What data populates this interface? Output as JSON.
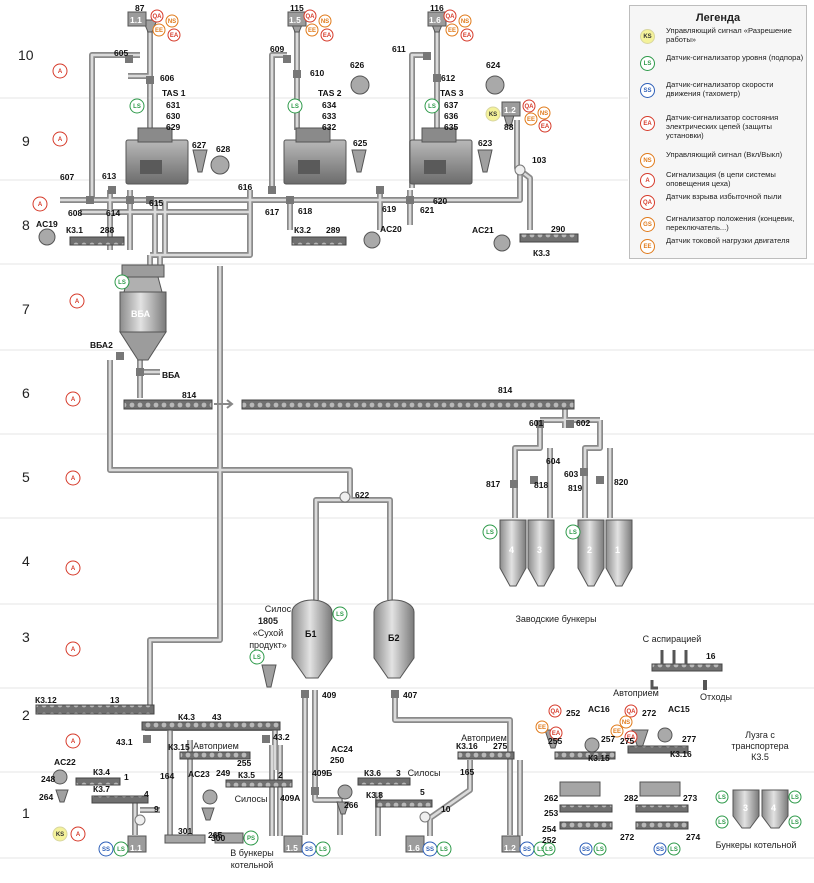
{
  "colors": {
    "pipe": "#8a8a8a",
    "pipe_light": "#d4d4d4",
    "equipment": "#9a9a9a",
    "ring_red": "#d63a2a",
    "ring_green": "#2e9a4a",
    "ring_blue": "#2d5fb8",
    "ring_orange": "#e07a1a",
    "ks_fill": "#f4f29a"
  },
  "levels": [
    "10",
    "9",
    "8",
    "7",
    "6",
    "5",
    "4",
    "3",
    "2",
    "1"
  ],
  "legend": {
    "title": "Легенда",
    "items": [
      {
        "code": "KS",
        "icon": "ks-signal-icon",
        "text": "Управляющий сигнал «Разрешение работы»"
      },
      {
        "code": "LS",
        "icon": "level-sensor-icon",
        "text": "Датчик-сигнализатор уровня (подпора)"
      },
      {
        "code": "SS",
        "icon": "speed-sensor-icon",
        "text": "Датчик-сигнализатор скорости движения (тахометр)"
      },
      {
        "code": "EA",
        "icon": "electric-fault-icon",
        "text": "Датчик-сигнализатор состояния электрических цепей (защиты установки)"
      },
      {
        "code": "NS",
        "icon": "on-off-signal-icon",
        "text": "Управляющий сигнал (Вкл/Выкл)"
      },
      {
        "code": "A",
        "icon": "alarm-icon",
        "text": "Сигнализация (в цепи системы оповещения цеха)"
      },
      {
        "code": "QA",
        "icon": "dust-explosion-icon",
        "text": "Датчик взрыва избыточной пыли"
      },
      {
        "code": "GS",
        "icon": "position-sensor-icon",
        "text": "Сигнализатор положения (концевик, переключатель...)"
      },
      {
        "code": "EE",
        "icon": "current-load-icon",
        "text": "Датчик токовой нагрузки двигателя"
      }
    ]
  },
  "text": {
    "tas1": "TAS 1",
    "tas2": "TAS 2",
    "tas3": "TAS 3",
    "n87": "87",
    "n1_1": "1.1",
    "n115": "115",
    "n1_5": "1.5",
    "n116": "116",
    "n1_6": "1.6",
    "n605": "605",
    "n606": "606",
    "n609": "609",
    "n610": "610",
    "n611": "611",
    "n612": "612",
    "n626": "626",
    "n624": "624",
    "tas1_codes": [
      "631",
      "630",
      "629"
    ],
    "tas2_codes": [
      "634",
      "633",
      "632"
    ],
    "tas3_codes": [
      "637",
      "636",
      "635"
    ],
    "n627": "627",
    "n628": "628",
    "n625": "625",
    "n623": "623",
    "n1_2": "1.2",
    "n88": "88",
    "n103": "103",
    "n607": "607",
    "n613": "613",
    "n608": "608",
    "n614": "614",
    "n615": "615",
    "n616": "616",
    "n617": "617",
    "n618": "618",
    "n619": "619",
    "n620": "620",
    "n621": "621",
    "ac19": "AC19",
    "k3_1": "К3.1",
    "n288": "288",
    "k3_2": "К3.2",
    "n289": "289",
    "ac20": "AC20",
    "ac21": "AC21",
    "k3_3": "К3.3",
    "n290": "290",
    "vba": "ВБА",
    "vba2": "ВБА2",
    "vba_gate": "ВБА",
    "n814a": "814",
    "n814b": "814",
    "n601": "601",
    "n602": "602",
    "n604": "604",
    "n603": "603",
    "n817": "817",
    "n818": "818",
    "n819": "819",
    "n820": "820",
    "n622": "622",
    "b4": "4",
    "b3": "3",
    "b2": "2",
    "b1": "1",
    "plant_bunkers": "Заводские бункеры",
    "silo_dry_1": "Силос",
    "silo_dry_2": "1805",
    "silo_dry_3": "«Сухой",
    "silo_dry_4": "продукт»",
    "b1_label": "Б1",
    "b2_label": "Б2",
    "n409": "409",
    "n407": "407",
    "aspiration": "С аспирацией",
    "n16": "16",
    "waste": "Отходы",
    "k3_12": "К3.12",
    "n13": "13",
    "k4_3": "К4.3",
    "n43": "43",
    "n43_1": "43.1",
    "n43_2": "43.2",
    "ac22": "AC22",
    "n248": "248",
    "n264": "264",
    "k3_4": "К3.4",
    "n1": "1",
    "k3_7": "К3.7",
    "n4": "4",
    "k3_15a": "К3.15",
    "autoreceive_a": "Автоприем",
    "ac23": "AC23",
    "n249": "249",
    "n255a": "255",
    "k3_5": "К3.5",
    "n2": "2",
    "n164": "164",
    "n9": "9",
    "n265": "265",
    "silos_a": "Силосы",
    "n409a": "409А",
    "n409b": "409Б",
    "ac24": "AC24",
    "n250": "250",
    "n266": "266",
    "k3_6": "К3.6",
    "n3": "3",
    "silos_b": "Силосы",
    "k3_8": "К3.8",
    "n5": "5",
    "autoreceive_b": "Автоприем",
    "k3_16a": "К3.16",
    "n275a": "275",
    "n165": "165",
    "n10": "10",
    "n301": "301",
    "n300": "300",
    "to_boiler_1": "В бункеры",
    "to_boiler_2": "котельной",
    "bot_1_1": "1.1",
    "bot_1_5": "1.5",
    "bot_1_6": "1.6",
    "bot_1_2": "1.2",
    "n252a": "252",
    "ac16": "AC16",
    "n257": "257",
    "n255b": "255",
    "k3_15b": "К3.15",
    "autoreceive_c": "Автоприем",
    "n272a": "272",
    "ac15": "AC15",
    "n275b": "275",
    "n277": "277",
    "k3_16b": "К3.16",
    "n262": "262",
    "n253": "253",
    "n254": "254",
    "n252b": "252",
    "n282": "282",
    "n273": "273",
    "n272b": "272",
    "n274": "274",
    "husk_1": "Лузга с",
    "husk_2": "транспортера",
    "husk_3": "К3.5",
    "bb3": "3",
    "bb4": "4",
    "boiler_bunkers": "Бункеры котельной"
  }
}
